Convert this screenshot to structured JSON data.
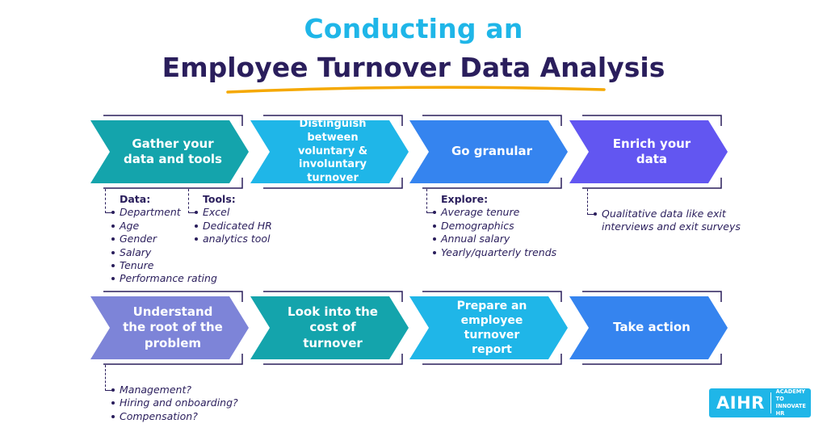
{
  "title": {
    "line1": "Conducting an",
    "line2": "Employee Turnover Data Analysis"
  },
  "steps": [
    {
      "label": "Gather your\ndata and tools",
      "color": "#14a4ac"
    },
    {
      "label": "Distinguish\nbetween voluntary &\ninvoluntary turnover",
      "color": "#1fb6e8"
    },
    {
      "label": "Go granular",
      "color": "#3584ef"
    },
    {
      "label": "Enrich your\ndata",
      "color": "#6256f1"
    },
    {
      "label": "Understand\nthe root of the\nproblem",
      "color": "#7d84d8"
    },
    {
      "label": "Look into the\ncost of turnover",
      "color": "#14a4ac"
    },
    {
      "label": "Prepare an\nemployee turnover\nreport",
      "color": "#1fb6e8"
    },
    {
      "label": "Take action",
      "color": "#3584ef"
    }
  ],
  "notes": {
    "data": {
      "heading": "Data:",
      "items": [
        "Department",
        "Age",
        "Gender",
        "Salary",
        "Tenure",
        "Performance rating"
      ]
    },
    "tools": {
      "heading": "Tools:",
      "items": [
        "Excel",
        "Dedicated HR",
        "analytics tool"
      ]
    },
    "explore": {
      "heading": "Explore:",
      "items": [
        "Average tenure",
        "Demographics",
        "Annual salary",
        "Yearly/quarterly trends"
      ]
    },
    "enrich": {
      "items": [
        "Qualitative data like exit",
        "interviews and exit surveys"
      ]
    },
    "root": {
      "items": [
        "Management?",
        "Hiring and onboarding?",
        "Compensation?"
      ]
    }
  },
  "logo": {
    "mark": "AIHR",
    "line1": "ACADEMY TO",
    "line2": "INNOVATE HR"
  },
  "colors": {
    "title_accent": "#1fb6e8",
    "title_dark": "#2a1e5c",
    "underline": "#f5a800",
    "frame": "#2a1e5c"
  }
}
